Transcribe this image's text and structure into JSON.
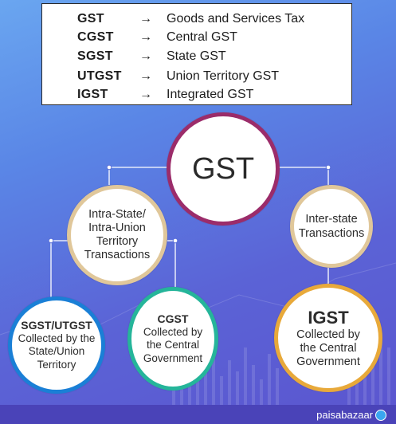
{
  "legend": [
    {
      "abbr": "GST",
      "arrow": "→",
      "full": "Goods and Services Tax"
    },
    {
      "abbr": "CGST",
      "arrow": "→",
      "full": "Central GST"
    },
    {
      "abbr": "SGST",
      "arrow": "→",
      "full": "State GST"
    },
    {
      "abbr": "UTGST",
      "arrow": "→",
      "full": "Union Territory GST"
    },
    {
      "abbr": "IGST",
      "arrow": "→",
      "full": "Integrated GST"
    }
  ],
  "nodes": {
    "gst": {
      "label": "GST"
    },
    "intra": {
      "lines": [
        "Intra-State/",
        "Intra-Union",
        "Territory",
        "Transactions"
      ]
    },
    "inter": {
      "lines": [
        "Inter-state",
        "Transactions"
      ]
    },
    "sgst": {
      "title": "SGST/UTGST",
      "lines": [
        "Collected by the",
        "State/Union",
        "Territory"
      ]
    },
    "cgst": {
      "title": "CGST",
      "lines": [
        "Collected by",
        "the Central",
        "Government"
      ]
    },
    "igst": {
      "title": "IGST",
      "lines": [
        "Collected by",
        "the Central",
        "Government"
      ]
    }
  },
  "colors": {
    "gst_border": "#9b2c6a",
    "intra_border": "#e0c79a",
    "inter_border": "#e0c79a",
    "sgst_border": "#1a7fd6",
    "cgst_border": "#25b59a",
    "igst_border": "#e8a93a",
    "connector": "#ffffff"
  },
  "brand": {
    "name": "paisabazaar"
  }
}
